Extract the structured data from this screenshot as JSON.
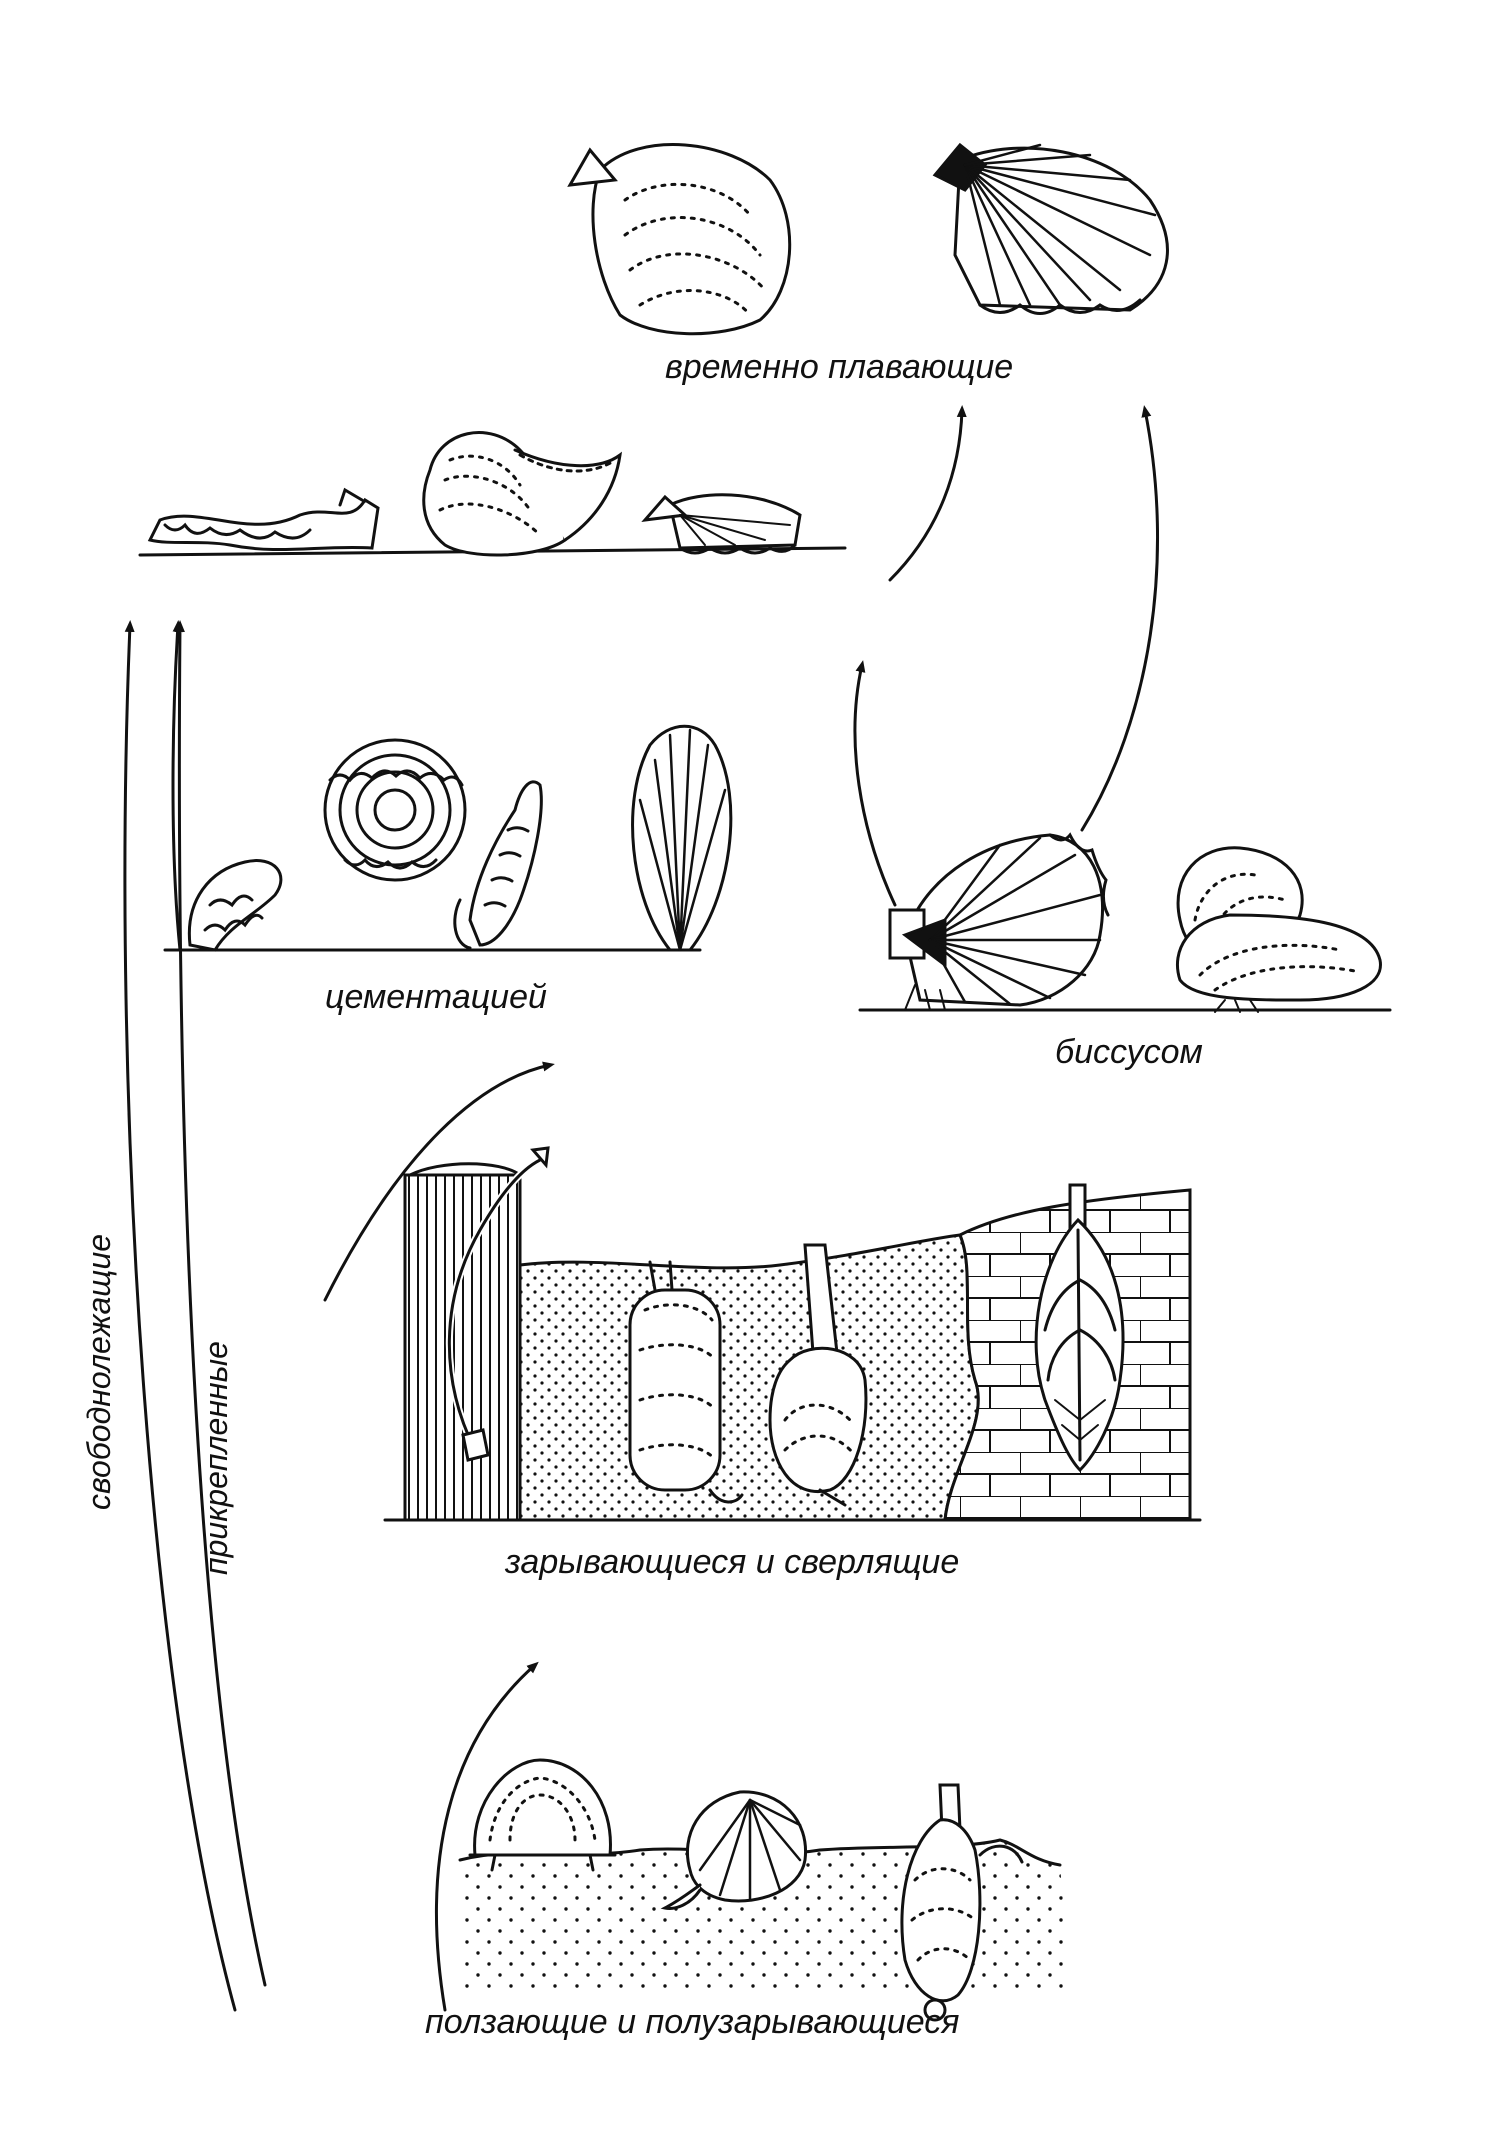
{
  "labels": {
    "swimming": "временно плавающие",
    "cementation": "цементацией",
    "byssus": "биссусом",
    "burrowing_boring": "зарывающиеся и сверлящие",
    "crawling": "ползающие и полузарывающиеся",
    "free_lying": "свободнолежащие",
    "attached": "прикрепленные"
  },
  "colors": {
    "ink": "#111111",
    "paper": "#ffffff"
  }
}
